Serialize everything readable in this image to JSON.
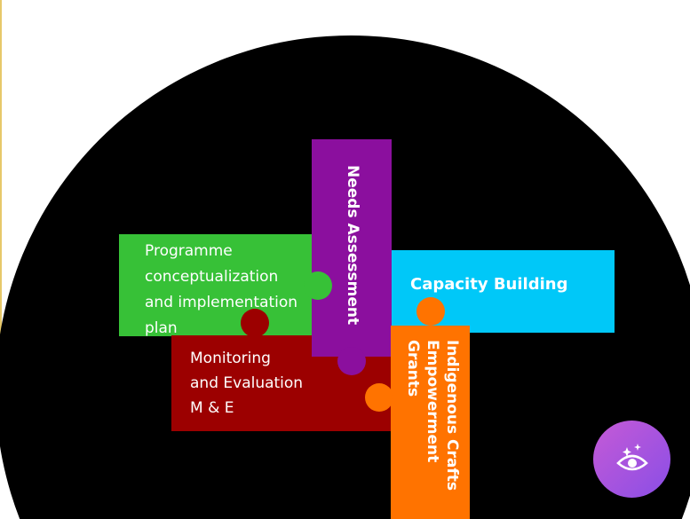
{
  "pieces": {
    "programme": {
      "label": "Programme\nconceptualization\nand implementation\nplan",
      "color": "#37c137"
    },
    "needs": {
      "label": "Needs Assessment",
      "color": "#8b0f9e"
    },
    "capacity": {
      "label": "Capacity Building",
      "color": "#00c8f8"
    },
    "monitoring": {
      "label": "Monitoring\nand Evaluation\nM & E",
      "color": "#9c0000"
    },
    "indigenous": {
      "label": "Indigenous Crafts\nEmpowerment\nGrants",
      "color": "#ff7300"
    }
  },
  "fab": {
    "icon": "eye-sparkle-icon",
    "color": "#b157de"
  }
}
